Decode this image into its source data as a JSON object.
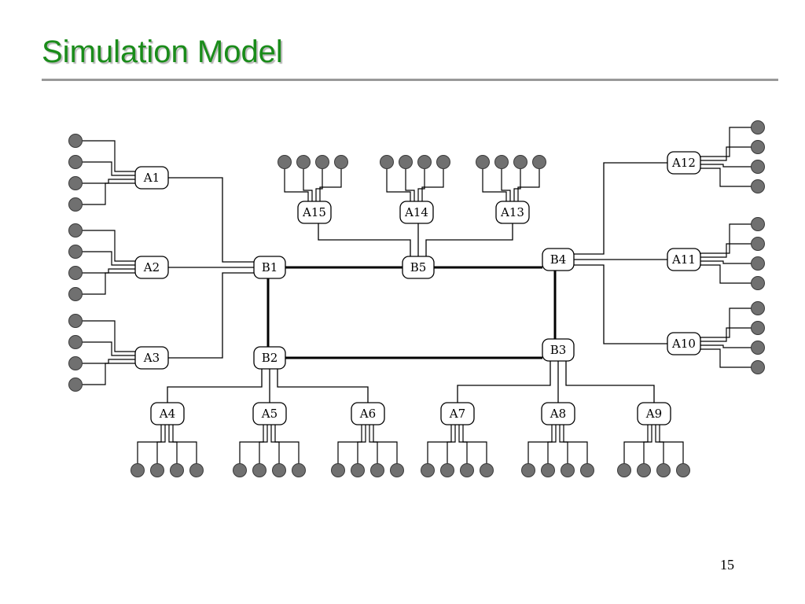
{
  "slide": {
    "title": "Simulation Model",
    "page_number": "15"
  },
  "diagram": {
    "colors": {
      "title": "#1a8c1a",
      "rule": "#999999",
      "line": "#000000",
      "host": "#707070",
      "node_fill": "#ffffff"
    },
    "backbone_nodes": [
      "B1",
      "B2",
      "B3",
      "B4",
      "B5"
    ],
    "access_nodes": [
      "A1",
      "A2",
      "A3",
      "A4",
      "A5",
      "A6",
      "A7",
      "A8",
      "A9",
      "A10",
      "A11",
      "A12",
      "A13",
      "A14",
      "A15"
    ],
    "backbone_links": [
      [
        "B1",
        "B5"
      ],
      [
        "B5",
        "B4"
      ],
      [
        "B1",
        "B2"
      ],
      [
        "B2",
        "B3"
      ],
      [
        "B4",
        "B3"
      ]
    ],
    "access_links": [
      [
        "A1",
        "B1"
      ],
      [
        "A2",
        "B1"
      ],
      [
        "A3",
        "B1"
      ],
      [
        "A15",
        "B5"
      ],
      [
        "A14",
        "B5"
      ],
      [
        "A13",
        "B5"
      ],
      [
        "A12",
        "B4"
      ],
      [
        "A11",
        "B4"
      ],
      [
        "A10",
        "B4"
      ],
      [
        "A4",
        "B2"
      ],
      [
        "A5",
        "B2"
      ],
      [
        "A6",
        "B2"
      ],
      [
        "A7",
        "B3"
      ],
      [
        "A8",
        "B3"
      ],
      [
        "A9",
        "B3"
      ]
    ],
    "hosts_per_access_node": 4
  }
}
